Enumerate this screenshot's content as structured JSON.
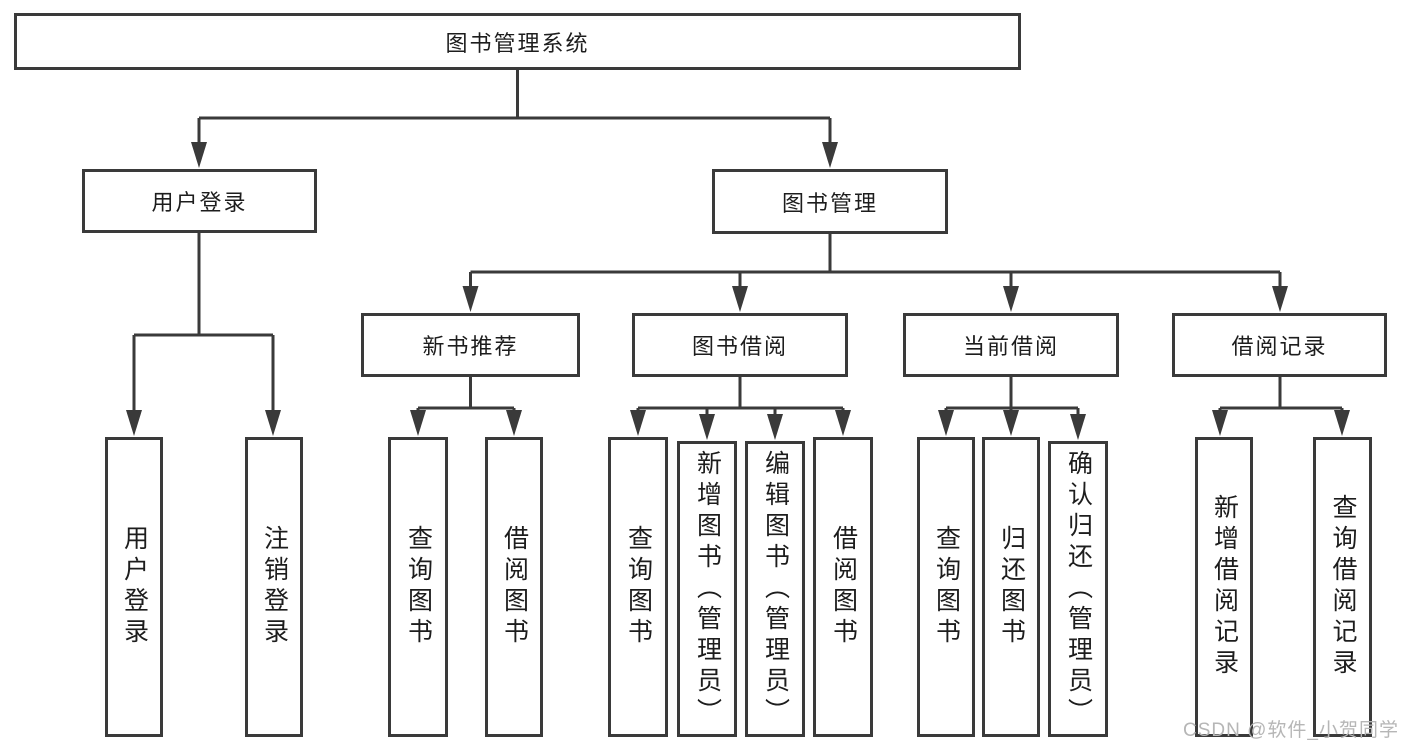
{
  "diagram_type": "hierarchy-tree",
  "colors": {
    "line": "#3a3a3a",
    "box_border": "#3a3a3a",
    "box_fill": "#ffffff",
    "text": "#1d1d1d",
    "watermark": "#b6b6b6",
    "background": "#ffffff"
  },
  "watermark": {
    "text": "CSDN @软件_小贺同学"
  },
  "tree": {
    "root": {
      "label": "图书管理系统"
    },
    "branches": [
      {
        "label": "用户登录",
        "children": [
          {
            "label": "用户登录"
          },
          {
            "label": "注销登录"
          }
        ]
      },
      {
        "label": "图书管理",
        "children": [
          {
            "label": "新书推荐",
            "children": [
              {
                "label": "查询图书"
              },
              {
                "label": "借阅图书"
              }
            ]
          },
          {
            "label": "图书借阅",
            "children": [
              {
                "label": "查询图书"
              },
              {
                "label": "新增图书（管理员）"
              },
              {
                "label": "编辑图书（管理员）"
              },
              {
                "label": "借阅图书"
              }
            ]
          },
          {
            "label": "当前借阅",
            "children": [
              {
                "label": "查询图书"
              },
              {
                "label": "归还图书"
              },
              {
                "label": "确认归还（管理员）"
              }
            ]
          },
          {
            "label": "借阅记录",
            "children": [
              {
                "label": "新增借阅记录"
              },
              {
                "label": "查询借阅记录"
              }
            ]
          }
        ]
      }
    ]
  }
}
